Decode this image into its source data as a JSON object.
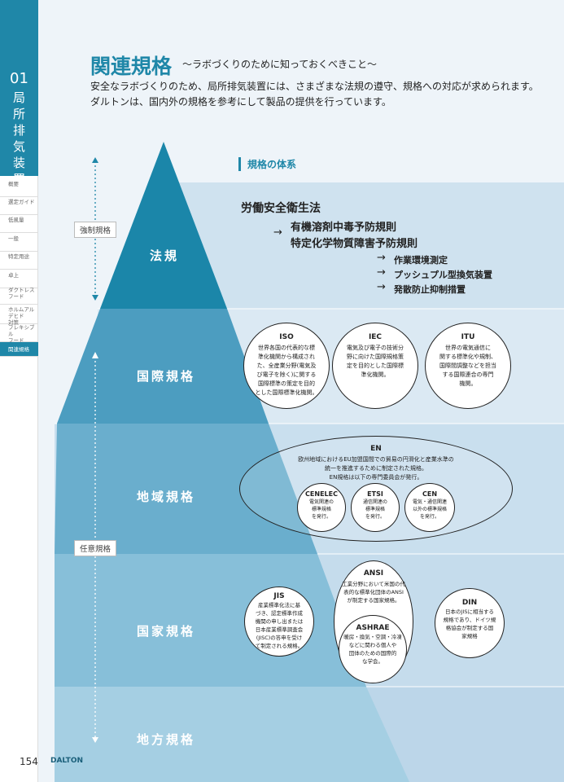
{
  "sidebar": {
    "number": "01",
    "title_chars": [
      "局",
      "所",
      "排",
      "気",
      "装",
      "置"
    ],
    "items": [
      "概要",
      "選定ガイド",
      "低風量",
      "一般",
      "特定用途",
      "卓上",
      "ダクトレス\nフード",
      "ホルムアルデヒド\n対策",
      "フレキシブル\nフード",
      "関連規格"
    ]
  },
  "page_number": "154",
  "brand": "DALTON",
  "header": {
    "title": "関連規格",
    "subtitle": "〜ラボづくりのために知っておくべきこと〜",
    "intro": [
      "安全なラボづくりのため、局所排気装置には、さまざまな法規の遵守、規格への対応が求められます。",
      "ダルトンは、国内外の規格を参考にして製品の提供を行っています。"
    ]
  },
  "pyramid": {
    "levels": [
      "法規",
      "国際規格",
      "地域規格",
      "国家規格",
      "地方規格"
    ],
    "mandatory_label": "強制規格",
    "voluntary_label": "任意規格"
  },
  "system": {
    "heading": "規格の体系",
    "law": "労働安全衛生法",
    "arrow": "→",
    "sub_rules": [
      "有機溶剤中毒予防規則",
      "特定化学物質障害予防規則"
    ],
    "measures": [
      "作業環境測定",
      "プッシュプル型換気装置",
      "発散防止抑制措置"
    ]
  },
  "international": [
    {
      "name": "ISO",
      "desc": [
        "世界各国の代表的な標",
        "準化機関から構成され",
        "た、全産業分野(電気及",
        "び電子を除く)に関する",
        "国際標準の策定を目的",
        "とした国際標準化機関。"
      ]
    },
    {
      "name": "IEC",
      "desc": [
        "電気及び電子の技術分",
        "野に向けた国際規格策",
        "定を目的とした国際標",
        "準化機関。"
      ]
    },
    {
      "name": "ITU",
      "desc": [
        "世界の電気通信に",
        "関する標準化や規制、",
        "国際間調整などを担当",
        "する国際連合の専門",
        "機関。"
      ]
    }
  ],
  "regional": {
    "name": "EN",
    "desc": [
      "欧州地域におけるEU加盟国間での貿易の円滑化と産業水準の",
      "統一を推進するために制定された規格。",
      "EN規格は以下の専門委員会が発行。"
    ],
    "committees": [
      {
        "name": "CENELEC",
        "desc": [
          "電気関連の",
          "標準規格",
          "を発行。"
        ]
      },
      {
        "name": "ETSI",
        "desc": [
          "通信関連の",
          "標準規格",
          "を発行。"
        ]
      },
      {
        "name": "CEN",
        "desc": [
          "電気・通信関連",
          "以外の標準規格",
          "を発行。"
        ]
      }
    ]
  },
  "national": [
    {
      "name": "JIS",
      "desc": [
        "産業標準化法に基",
        "づき、認定標準作成",
        "機関の申し出または",
        "日本産業標準調査会",
        "(JISC)の答申を受け",
        "て制定される規格。"
      ]
    },
    {
      "name": "ANSI",
      "desc": [
        "工業分野において米国の代",
        "表的な標準化団体のANSI",
        "が制定する国家規格。"
      ]
    },
    {
      "name": "ASHRAE",
      "desc": [
        "暖房・換気・空調・冷凍",
        "などに関わる個人や",
        "団体のための国際的",
        "な学会。"
      ]
    },
    {
      "name": "DIN",
      "desc": [
        "日本のJISに相当する",
        "規格であり、ドイツ規",
        "格協会が制定する国",
        "家規格"
      ]
    }
  ],
  "colors": {
    "primary": "#1f87a8",
    "band1": "#dbe9f3",
    "band2": "#c9dfee",
    "band3": "#bfd7ea",
    "band4": "#c5dcec",
    "band5": "#cfe2ef"
  }
}
